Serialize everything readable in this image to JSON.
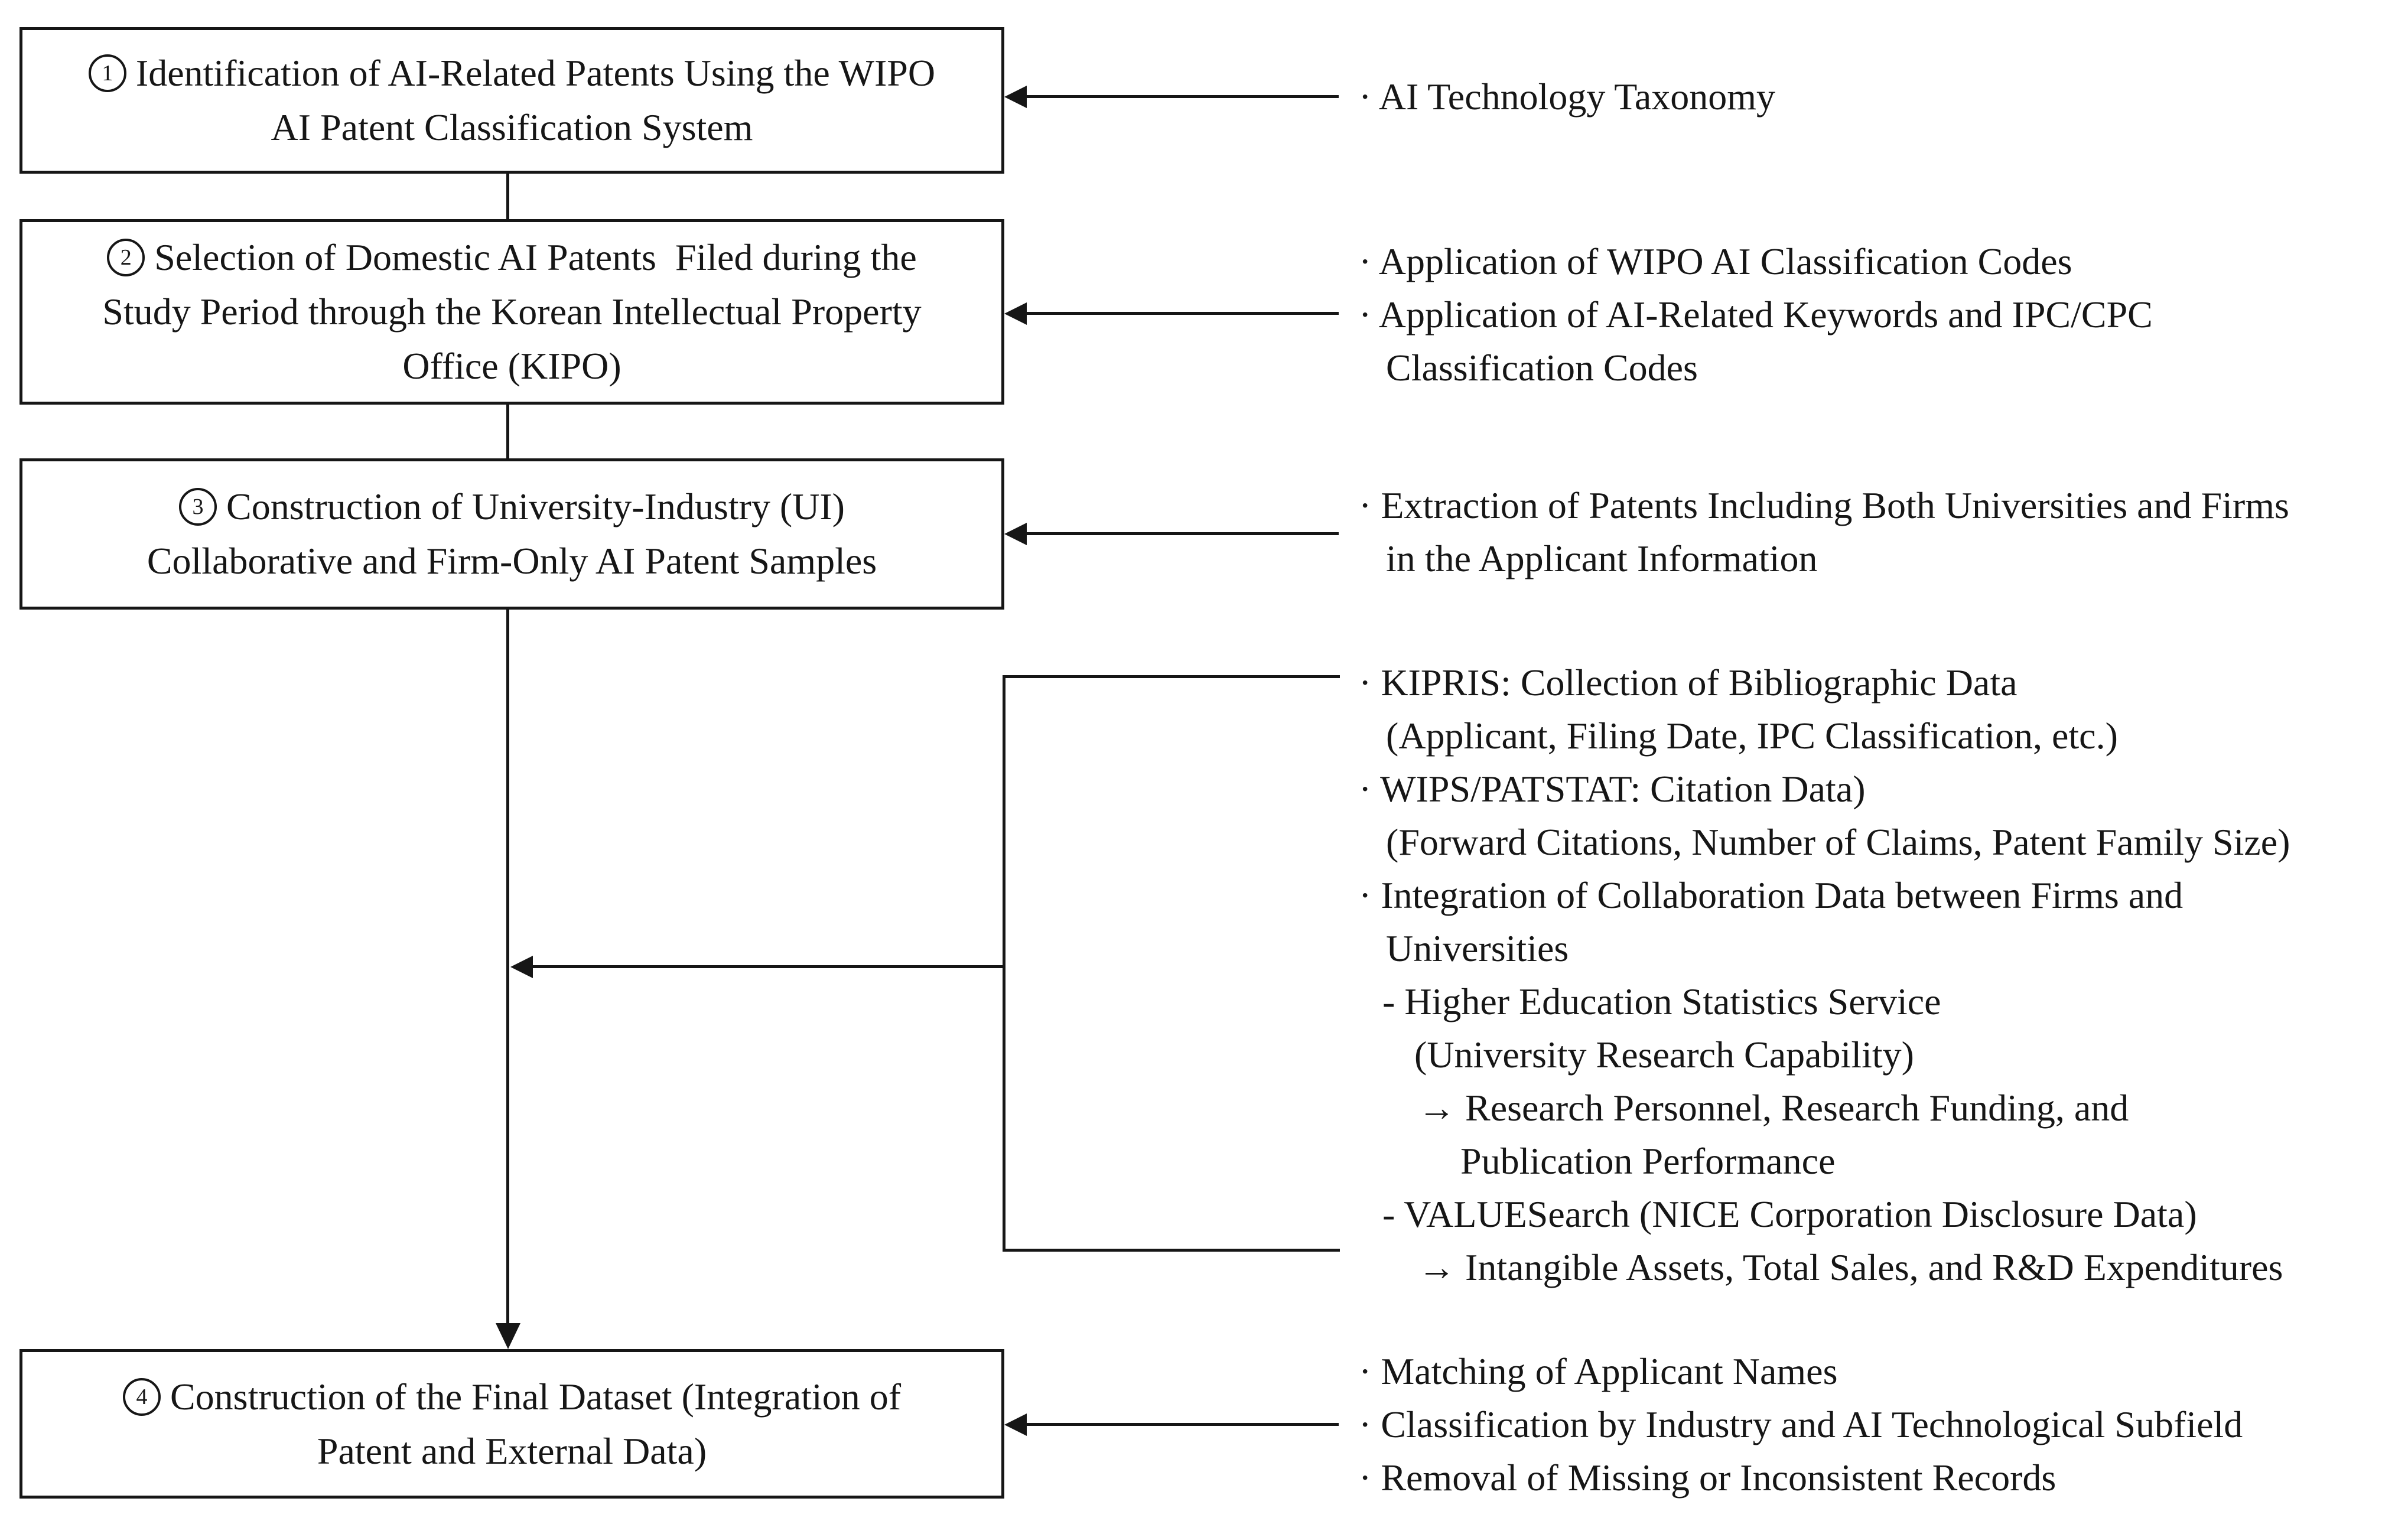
{
  "figure": {
    "background_color": "#ffffff",
    "ink_color": "#161616",
    "description": "Flowchart of AI patent dataset construction methodology"
  },
  "boxes": [
    {
      "number": "1",
      "lines": [
        "Identification of AI-Related Patents Using the WIPO",
        "AI Patent Classification System"
      ]
    },
    {
      "number": "2",
      "lines": [
        "Selection of Domestic AI Patents  Filed during the",
        "Study Period through the Korean Intellectual Property",
        "Office (KIPO)"
      ]
    },
    {
      "number": "3",
      "lines": [
        "Construction of University-Industry (UI)",
        "Collaborative and Firm-Only AI Patent Samples"
      ]
    },
    {
      "number": "4",
      "lines": [
        "Construction of the Final Dataset (Integration of",
        "Patent and External Data)"
      ]
    }
  ],
  "annotations": [
    {
      "lines": [
        "· AI Technology Taxonomy"
      ]
    },
    {
      "lines": [
        "· Application of WIPO AI Classification Codes",
        "· Application of AI-Related Keywords and IPC/CPC",
        "Classification Codes"
      ]
    },
    {
      "lines": [
        "· Extraction of Patents Including Both Universities and Firms",
        "in the Applicant Information"
      ]
    },
    {
      "lines": [
        "· KIPRIS: Collection of Bibliographic Data",
        "(Applicant, Filing Date, IPC Classification, etc.)",
        "· WIPS/PATSTAT: Citation Data)",
        "(Forward Citations, Number of Claims, Patent Family Size)",
        "· Integration of Collaboration Data between Firms and",
        "Universities",
        "- Higher Education Statistics Service",
        "(University Research Capability)",
        "→ Research Personnel, Research Funding, and",
        "Publication Performance",
        "- VALUESearch (NICE Corporation Disclosure Data)",
        "→ Intangible Assets, Total Sales, and R&D Expenditures"
      ]
    },
    {
      "lines": [
        "· Matching of Applicant Names",
        "· Classification by Industry and AI Technological Subfield",
        "· Removal of Missing or Inconsistent Records"
      ]
    }
  ]
}
